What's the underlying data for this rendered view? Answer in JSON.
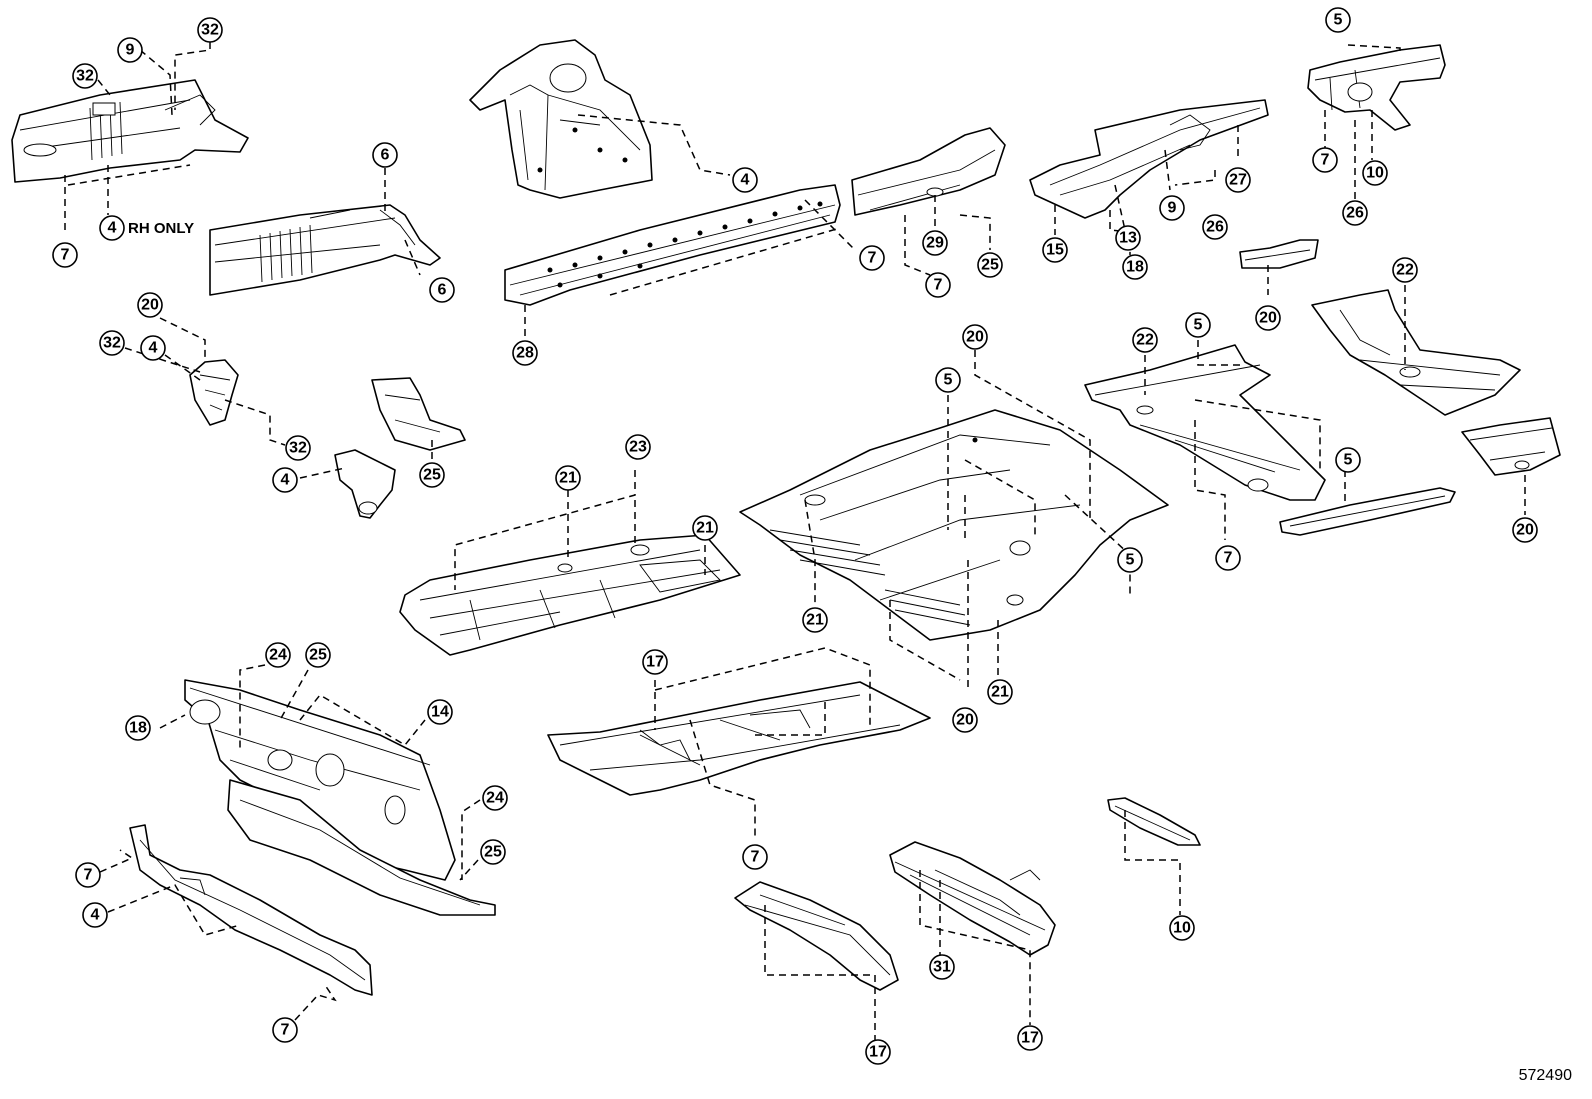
{
  "diagram": {
    "id": "572490",
    "note": "RH ONLY"
  },
  "callouts": [
    "9",
    "32",
    "32",
    "7",
    "4",
    "6",
    "6",
    "20",
    "32",
    "4",
    "32",
    "4",
    "25",
    "4",
    "7",
    "28",
    "29",
    "7",
    "25",
    "5",
    "27",
    "15",
    "13",
    "9",
    "18",
    "26",
    "5",
    "7",
    "10",
    "26",
    "20",
    "22",
    "22",
    "5",
    "5",
    "20",
    "5",
    "5",
    "7",
    "20",
    "21",
    "23",
    "21",
    "21",
    "20",
    "21",
    "24",
    "25",
    "18",
    "14",
    "17",
    "24",
    "25",
    "7",
    "4",
    "7",
    "7",
    "17",
    "31",
    "17",
    "10"
  ]
}
